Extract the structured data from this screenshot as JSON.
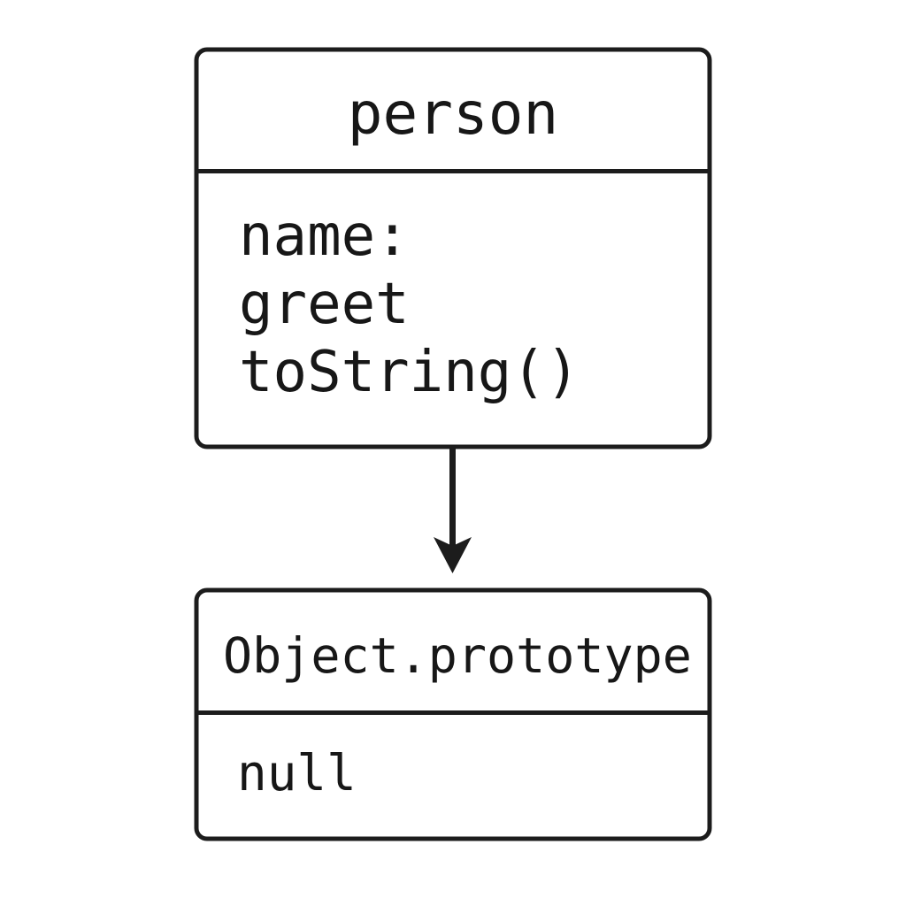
{
  "diagram": {
    "type": "prototype-chain",
    "background_color": "#ffffff",
    "stroke_color": "#1c1c1c",
    "text_color": "#171717",
    "nodes": [
      {
        "id": "person",
        "title": "person",
        "title_align": "center",
        "members": [
          "name:",
          "greet",
          "toString()"
        ]
      },
      {
        "id": "object-prototype",
        "title": "Object.prototype",
        "title_align": "left",
        "members": [
          "null"
        ]
      }
    ],
    "edges": [
      {
        "from": "person",
        "to": "object-prototype",
        "style": "solid",
        "arrowhead": "filled-triangle",
        "label": ""
      }
    ]
  }
}
